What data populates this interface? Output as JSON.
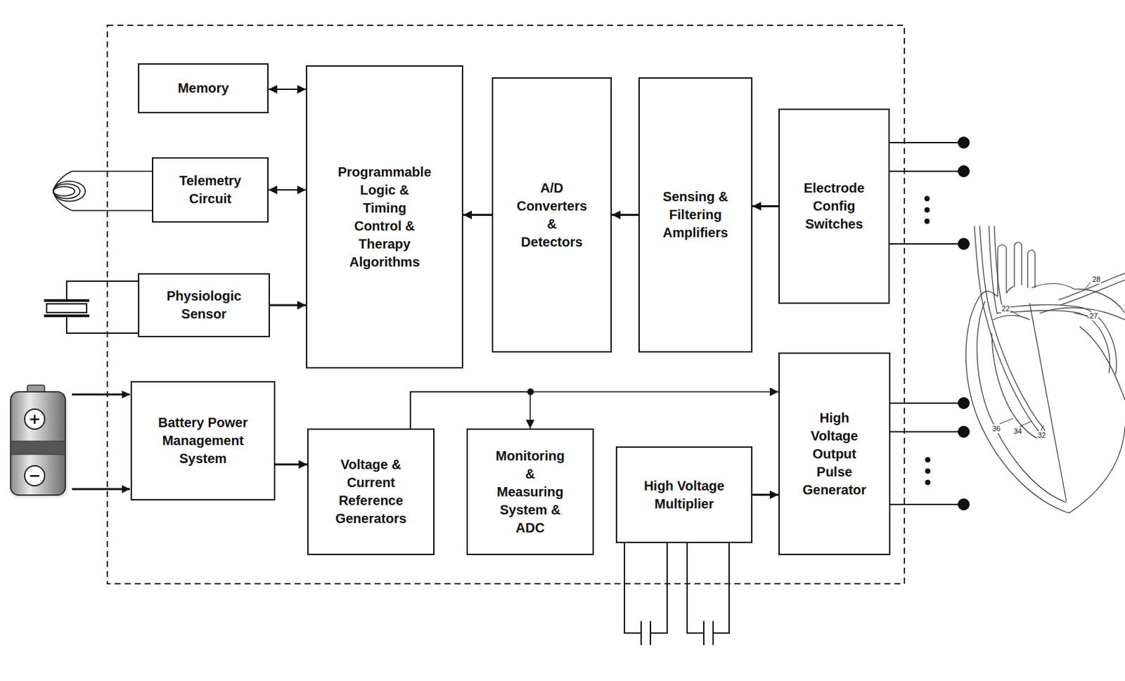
{
  "diagram": {
    "nodes": [
      {
        "text": [
          "Memory"
        ]
      },
      {
        "text": [
          "Telemetry Circuit"
        ]
      },
      {
        "text": [
          "Physiologic Sensor"
        ]
      },
      {
        "text": [
          "Programmable Logic & Timing Control & Therapy Algorithms"
        ]
      },
      {
        "text": [
          "A/D Converters & Detectors"
        ]
      },
      {
        "text": [
          "Sensing & Filtering Amplifiers"
        ]
      },
      {
        "text": [
          "Electrode Config Switches"
        ]
      },
      {
        "text": [
          "Battery Power Management System"
        ]
      },
      {
        "text": [
          "Voltage & Current Reference Generators"
        ]
      },
      {
        "text": [
          "Monitoring & Measuring System & ADC"
        ]
      },
      {
        "text": [
          "High Voltage Multiplier"
        ]
      },
      {
        "text": [
          "High Voltage Output Pulse Generator"
        ]
      }
    ],
    "edges": [
      {
        "from": 0,
        "to": 3,
        "arrow": "both"
      },
      {
        "from": 1,
        "to": 3,
        "arrow": "both"
      },
      {
        "from": 2,
        "to": 3,
        "arrow": "to"
      },
      {
        "from": 4,
        "to": 3,
        "arrow": "to"
      },
      {
        "from": 5,
        "to": 4,
        "arrow": "to"
      },
      {
        "from": 6,
        "to": 5,
        "arrow": "to"
      },
      {
        "from": 7,
        "to": 8,
        "arrow": "to"
      },
      {
        "from": 8,
        "to": 11,
        "arrow": "to"
      },
      {
        "from": 8,
        "to": 9,
        "arrow": "to"
      },
      {
        "from": 10,
        "to": 11,
        "arrow": "to"
      }
    ],
    "labels": [
      "+",
      "−",
      "28",
      "22",
      "27",
      "36",
      "34",
      "32"
    ]
  }
}
